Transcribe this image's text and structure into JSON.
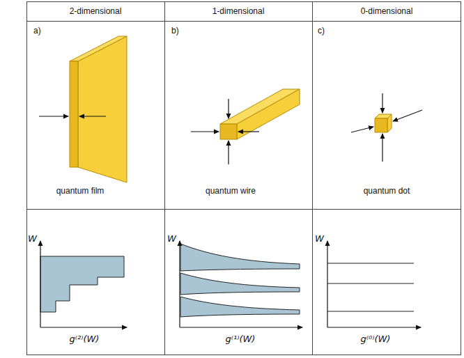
{
  "diagram": {
    "labels": [
      "2-dimensional",
      "1-dimensional",
      "0-dimensional",
      "a)",
      "b)",
      "c)",
      "quantum film",
      "quantum wire",
      "quantum dot",
      "W",
      "g⁽²⁾(W)",
      "W",
      "g⁽¹⁾(W)",
      "W",
      "g⁽⁰⁾(W)"
    ]
  }
}
